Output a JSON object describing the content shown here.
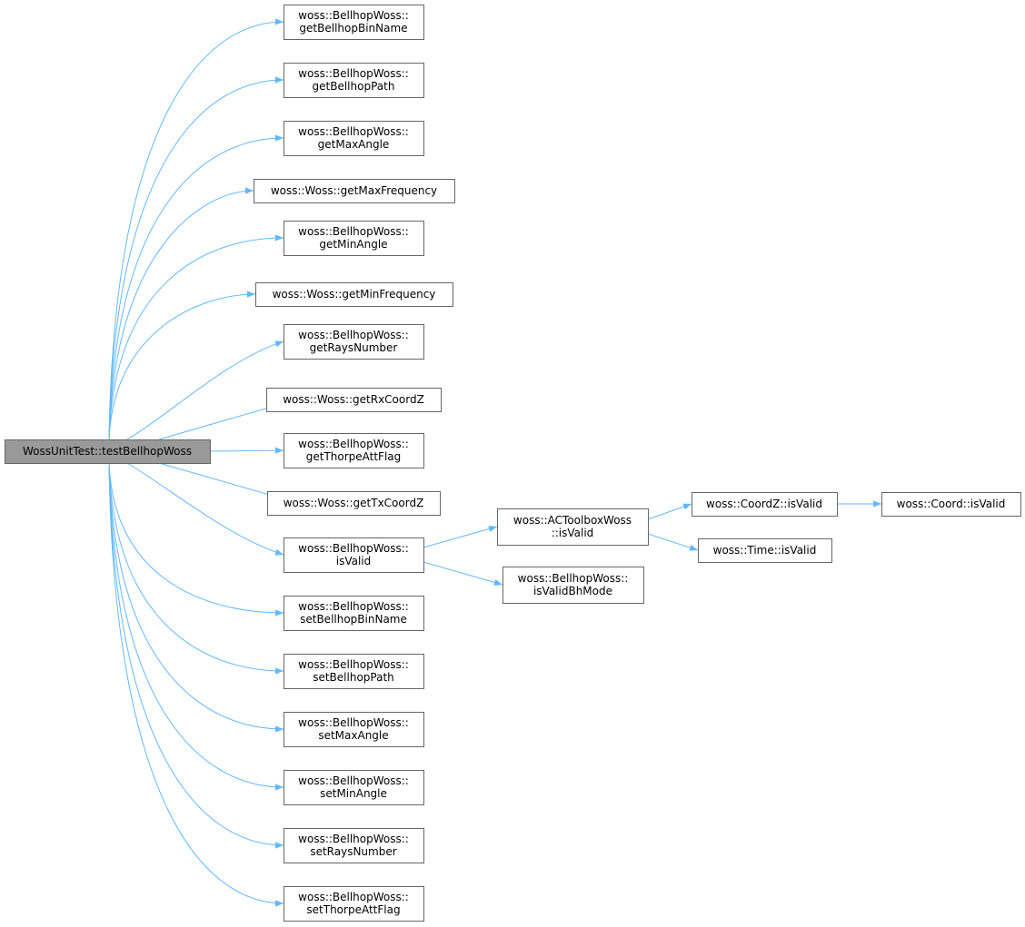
{
  "title": "WossUnitTest::testBellhopWoss call graph",
  "colors": {
    "edge": "#63b8ff",
    "root_fill": "#999999",
    "node_border": "#666666"
  },
  "nodes": [
    {
      "id": "root",
      "lines": [
        "WossUnitTest::testBellhopWoss"
      ]
    },
    {
      "id": "getBellhopBinName",
      "lines": [
        "woss::BellhopWoss::",
        "getBellhopBinName"
      ]
    },
    {
      "id": "getBellhopPath",
      "lines": [
        "woss::BellhopWoss::",
        "getBellhopPath"
      ]
    },
    {
      "id": "getMaxAngle",
      "lines": [
        "woss::BellhopWoss::",
        "getMaxAngle"
      ]
    },
    {
      "id": "getMaxFrequency",
      "lines": [
        "woss::Woss::getMaxFrequency"
      ]
    },
    {
      "id": "getMinAngle",
      "lines": [
        "woss::BellhopWoss::",
        "getMinAngle"
      ]
    },
    {
      "id": "getMinFrequency",
      "lines": [
        "woss::Woss::getMinFrequency"
      ]
    },
    {
      "id": "getRaysNumber",
      "lines": [
        "woss::BellhopWoss::",
        "getRaysNumber"
      ]
    },
    {
      "id": "getRxCoordZ",
      "lines": [
        "woss::Woss::getRxCoordZ"
      ]
    },
    {
      "id": "getThorpeAttFlag",
      "lines": [
        "woss::BellhopWoss::",
        "getThorpeAttFlag"
      ]
    },
    {
      "id": "getTxCoordZ",
      "lines": [
        "woss::Woss::getTxCoordZ"
      ]
    },
    {
      "id": "isValid",
      "lines": [
        "woss::BellhopWoss::",
        "isValid"
      ]
    },
    {
      "id": "setBellhopBinName",
      "lines": [
        "woss::BellhopWoss::",
        "setBellhopBinName"
      ]
    },
    {
      "id": "setBellhopPath",
      "lines": [
        "woss::BellhopWoss::",
        "setBellhopPath"
      ]
    },
    {
      "id": "setMaxAngle",
      "lines": [
        "woss::BellhopWoss::",
        "setMaxAngle"
      ]
    },
    {
      "id": "setMinAngle",
      "lines": [
        "woss::BellhopWoss::",
        "setMinAngle"
      ]
    },
    {
      "id": "setRaysNumber",
      "lines": [
        "woss::BellhopWoss::",
        "setRaysNumber"
      ]
    },
    {
      "id": "setThorpeAttFlag",
      "lines": [
        "woss::BellhopWoss::",
        "setThorpeAttFlag"
      ]
    },
    {
      "id": "acIsValid",
      "lines": [
        "woss::ACToolboxWoss",
        "::isValid"
      ]
    },
    {
      "id": "isValidBhMode",
      "lines": [
        "woss::BellhopWoss::",
        "isValidBhMode"
      ]
    },
    {
      "id": "coordZIsValid",
      "lines": [
        "woss::CoordZ::isValid"
      ]
    },
    {
      "id": "timeIsValid",
      "lines": [
        "woss::Time::isValid"
      ]
    },
    {
      "id": "coordIsValid",
      "lines": [
        "woss::Coord::isValid"
      ]
    }
  ],
  "edges": [
    [
      "root",
      "getBellhopBinName"
    ],
    [
      "root",
      "getBellhopPath"
    ],
    [
      "root",
      "getMaxAngle"
    ],
    [
      "root",
      "getMaxFrequency"
    ],
    [
      "root",
      "getMinAngle"
    ],
    [
      "root",
      "getMinFrequency"
    ],
    [
      "root",
      "getRaysNumber"
    ],
    [
      "root",
      "getRxCoordZ"
    ],
    [
      "root",
      "getThorpeAttFlag"
    ],
    [
      "root",
      "getTxCoordZ"
    ],
    [
      "root",
      "isValid"
    ],
    [
      "root",
      "setBellhopBinName"
    ],
    [
      "root",
      "setBellhopPath"
    ],
    [
      "root",
      "setMaxAngle"
    ],
    [
      "root",
      "setMinAngle"
    ],
    [
      "root",
      "setRaysNumber"
    ],
    [
      "root",
      "setThorpeAttFlag"
    ],
    [
      "isValid",
      "acIsValid"
    ],
    [
      "isValid",
      "isValidBhMode"
    ],
    [
      "acIsValid",
      "coordZIsValid"
    ],
    [
      "acIsValid",
      "timeIsValid"
    ],
    [
      "coordZIsValid",
      "coordIsValid"
    ]
  ]
}
